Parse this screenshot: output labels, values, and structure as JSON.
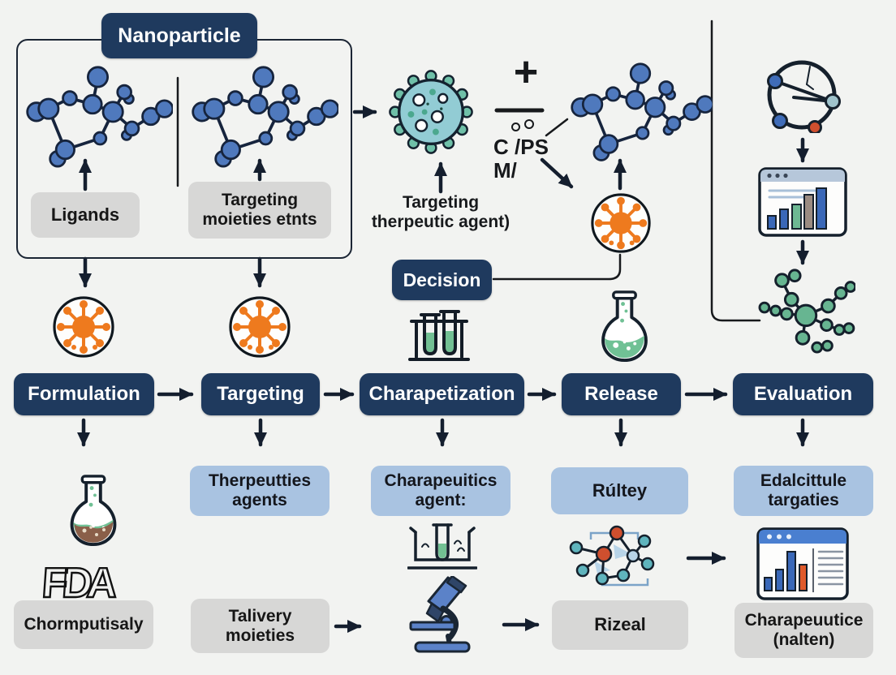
{
  "page": {
    "background": "#f2f3f1"
  },
  "colors": {
    "navy": "#1f3a5e",
    "gray_box": "#d7d7d6",
    "light_blue_box": "#a9c3e1",
    "arrow": "#141e2e",
    "molecule_blue": "#4f79bd",
    "particle_orange": "#ee7a1e",
    "virus_teal": "#92ccd4",
    "liquid_green": "#70c195",
    "liquid_brown": "#8a5f49",
    "dendrimer_green": "#67b591",
    "chart_header_blue": "#4a7fd0",
    "chart_bar_orange": "#e05a2b"
  },
  "nanoparticle_panel": {
    "title": "Nanoparticle",
    "ligands": "Ligands",
    "moieties_line1": "Targeting",
    "moieties_line2": "moieties etnts"
  },
  "synthesis": {
    "plus": "+",
    "formula_line1": "C /PS",
    "formula_line2": "M/",
    "virus_caption_line1": "Targeting",
    "virus_caption_line2": "therpeutic agent)"
  },
  "decision": {
    "label": "Decision"
  },
  "pipeline": {
    "stages": [
      {
        "label": "Formulation"
      },
      {
        "label": "Targeting"
      },
      {
        "label": "Charapetization"
      },
      {
        "label": "Release"
      },
      {
        "label": "Evaluation"
      }
    ]
  },
  "sub_labels": {
    "therapeutics_line1": "Therpeutties",
    "therapeutics_line2": "agents",
    "characteristics_line1": "Charapeuitics",
    "characteristics_line2": "agent:",
    "rultey": "Rúltey",
    "evaluation_line1": "Edalcittule",
    "evaluation_line2": "targaties"
  },
  "bottom": {
    "fda": "FDA",
    "chormputisaly": "Chormputisaly",
    "talivery_line1": "Talivery",
    "talivery_line2": "moieties",
    "rizeal": "Rizeal",
    "charapeuutice_line1": "Charapeuutice",
    "charapeuutice_line2": "(nalten)"
  },
  "icons": {
    "molecule-icon": "blue ball-and-stick molecule",
    "virus-particle-icon": "teal nanoparticle with surface ligands",
    "orange-particle-icon": "orange sunburst nanoparticle in circle",
    "test-tube-rack-icon": "two green test tubes in stand",
    "flask-green-icon": "round flask with green liquid",
    "flask-brown-icon": "round flask with brown liquid",
    "beaker-tube-icon": "test tube in water bath",
    "microscope-icon": "blue microscope",
    "bracket-molecule-icon": "measured molecule network",
    "network-circle-icon": "circular node network",
    "bar-chart-window-icon": "browser window with bar chart",
    "dendrimer-icon": "green branched molecule network"
  }
}
